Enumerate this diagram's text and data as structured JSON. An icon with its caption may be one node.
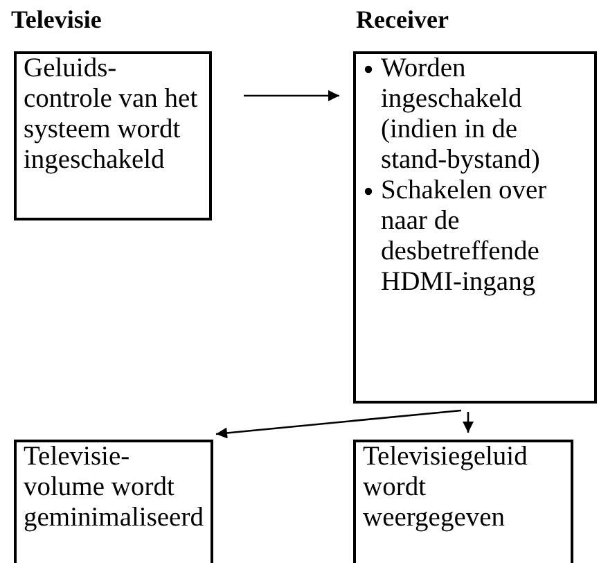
{
  "diagram": {
    "nodes": [
      {
        "text": [
          "Geluids-controle van het systeem wordt ingeschakeld"
        ]
      },
      {
        "text": [
          "Worden ingeschakeld (indien in de stand-bystand)",
          "Schakelen over naar de desbetreffende HDMI-ingang"
        ]
      },
      {
        "text": [
          "Televisie-volume wordt geminimaliseerd"
        ]
      },
      {
        "text": [
          "Televisiegeluid wordt weergegeven"
        ]
      }
    ],
    "edges": [
      {
        "from": 0,
        "to": 1,
        "arrow": "to"
      },
      {
        "from": 1,
        "to": 2,
        "arrow": "to"
      },
      {
        "from": 1,
        "to": 3,
        "arrow": "to"
      }
    ],
    "labels": [
      "Televisie",
      "Receiver"
    ]
  }
}
